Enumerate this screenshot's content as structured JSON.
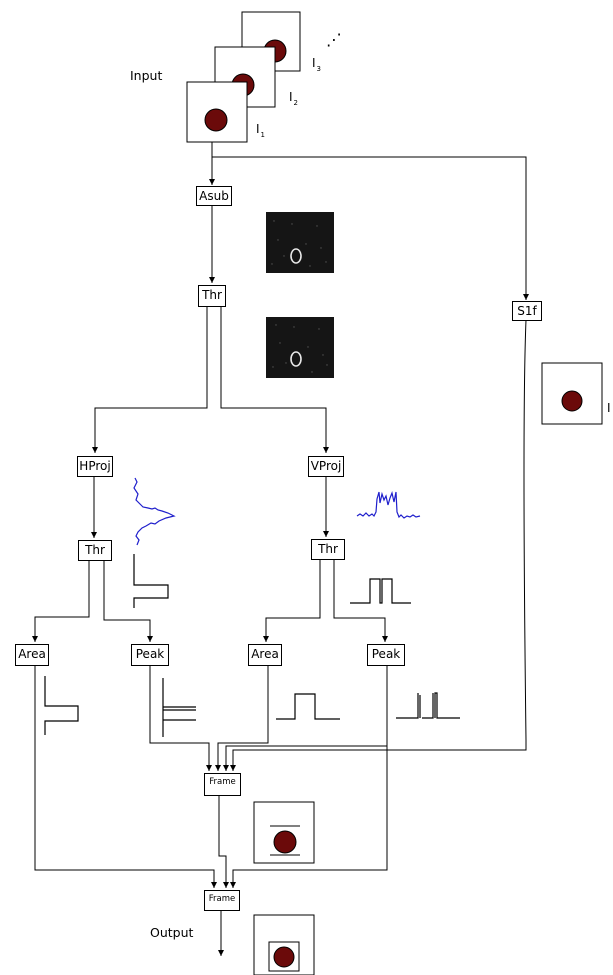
{
  "labels": {
    "input": "Input",
    "output": "Output",
    "i1": "I",
    "i1_sub": "1",
    "i2": "I",
    "i2_sub": "2",
    "i3": "I",
    "i3_sub": "3",
    "ellipsis": "⋰",
    "bg": "I"
  },
  "nodes": {
    "asub": "Asub",
    "thr_main": "Thr",
    "s1f": "S1f",
    "hproj": "HProj",
    "vproj": "VProj",
    "thr_h": "Thr",
    "thr_v": "Thr",
    "area_h": "Area",
    "peak_h": "Peak",
    "area_v": "Area",
    "peak_v": "Peak",
    "frame1": "Frame",
    "frame2": "Frame"
  },
  "colors": {
    "ball": "#6b0a0a",
    "projection": "#1f1fcc",
    "line": "#000000"
  }
}
